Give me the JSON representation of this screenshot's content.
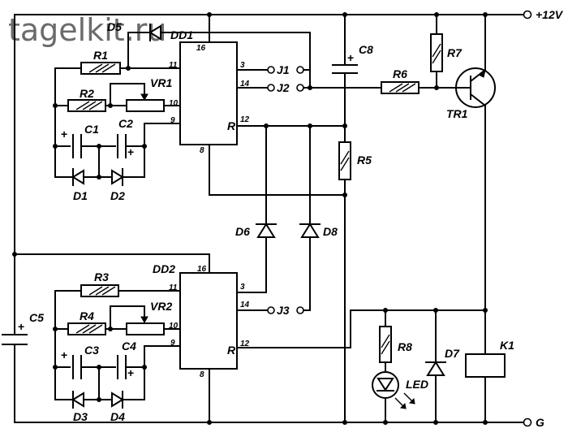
{
  "watermark": "tagelkit.ru",
  "rails": {
    "positive": "+12V",
    "ground": "G"
  },
  "chips": {
    "upper": "DD1",
    "lower": "DD2"
  },
  "pins": {
    "p16": "16",
    "p11": "11",
    "p10": "10",
    "p9": "9",
    "p8": "8",
    "p3": "3",
    "p14": "14",
    "p12": "12",
    "pR": "R"
  },
  "labels": {
    "R1": "R1",
    "R2": "R2",
    "R3": "R3",
    "R4": "R4",
    "R5": "R5",
    "R6": "R6",
    "R7": "R7",
    "R8": "R8",
    "VR1": "VR1",
    "VR2": "VR2",
    "C1": "C1",
    "C2": "C2",
    "C3": "C3",
    "C4": "C4",
    "C5": "C5",
    "C8": "C8",
    "D1": "D1",
    "D2": "D2",
    "D3": "D3",
    "D4": "D4",
    "D5": "D5",
    "D6": "D6",
    "D7": "D7",
    "D8": "D8",
    "J1": "J1",
    "J2": "J2",
    "J3": "J3",
    "TR1": "TR1",
    "K1": "K1",
    "LED": "LED"
  },
  "polarity": "+"
}
